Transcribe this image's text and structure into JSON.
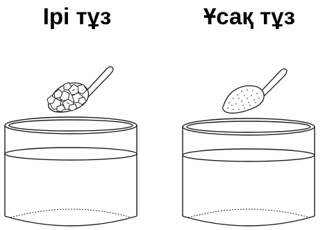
{
  "panels": [
    {
      "label": "Ірі тұз",
      "salt_type": "coarse"
    },
    {
      "label": "Ұсақ тұз",
      "salt_type": "fine"
    }
  ],
  "colors": {
    "stroke": "#1a1a1a",
    "background": "#ffffff"
  }
}
